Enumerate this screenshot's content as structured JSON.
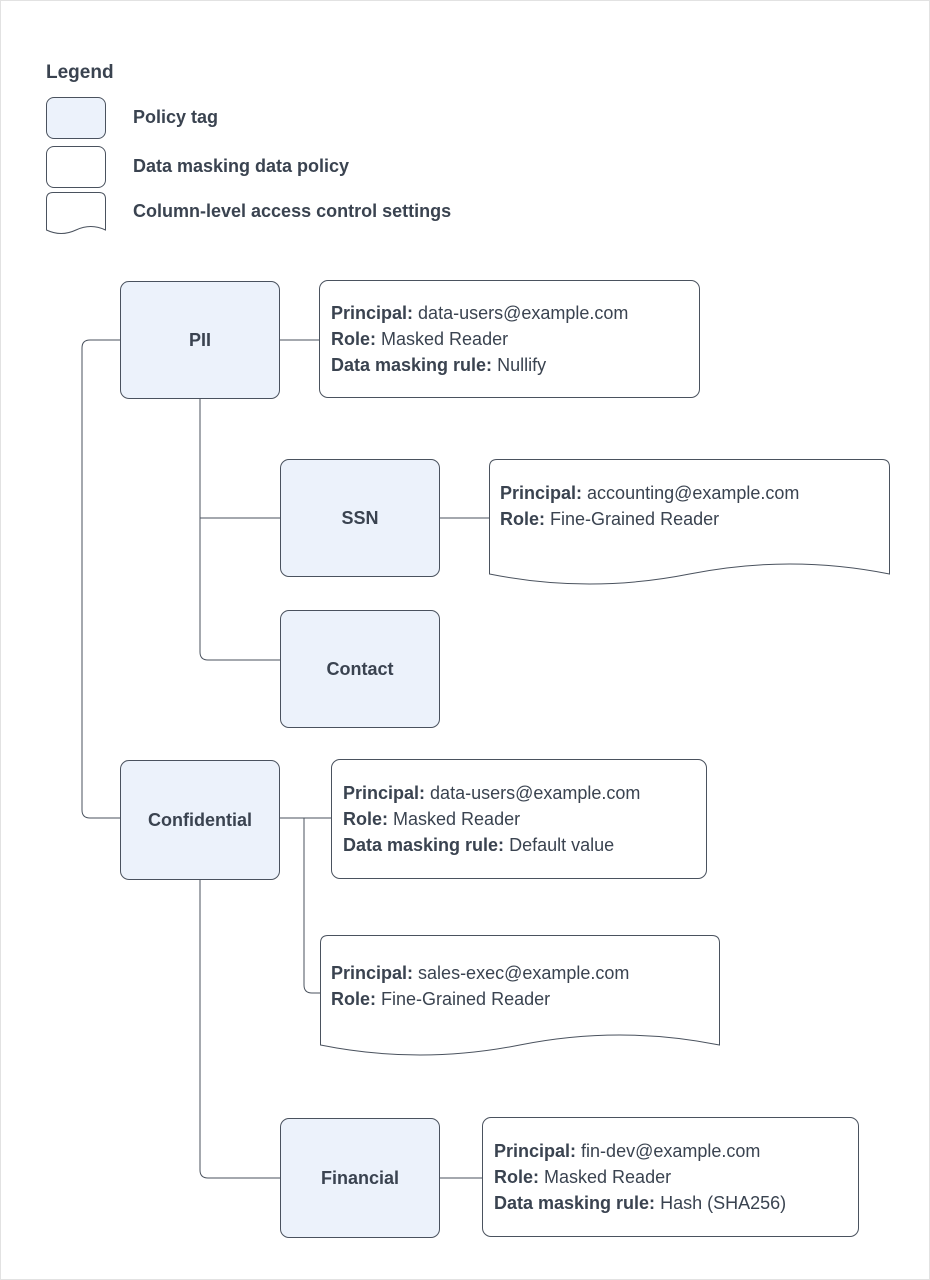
{
  "colors": {
    "background": "#ffffff",
    "policy_tag_fill": "#ecf2fb",
    "shape_stroke": "#4a525e",
    "text": "#3a4350"
  },
  "legend": {
    "title": "Legend",
    "items": [
      {
        "swatch": "policy-tag",
        "label": "Policy tag"
      },
      {
        "swatch": "data-masking-data-policy",
        "label": "Data masking data policy"
      },
      {
        "swatch": "column-level-access-control",
        "label": "Column-level access control settings"
      }
    ]
  },
  "nodes": [
    {
      "id": "pii",
      "label": "PII",
      "type": "policy-tag"
    },
    {
      "id": "ssn",
      "label": "SSN",
      "type": "policy-tag"
    },
    {
      "id": "contact",
      "label": "Contact",
      "type": "policy-tag"
    },
    {
      "id": "confidential",
      "label": "Confidential",
      "type": "policy-tag"
    },
    {
      "id": "financial",
      "label": "Financial",
      "type": "policy-tag"
    }
  ],
  "policies": [
    {
      "id": "pii-data-policy",
      "shape": "data-masking-data-policy",
      "attached_to": "pii",
      "lines": [
        {
          "label": "Principal:",
          "value": "data-users@example.com"
        },
        {
          "label": "Role:",
          "value": "Masked Reader"
        },
        {
          "label": "Data masking rule:",
          "value": "Nullify"
        }
      ]
    },
    {
      "id": "ssn-access-settings",
      "shape": "column-level-access-control",
      "attached_to": "ssn",
      "lines": [
        {
          "label": "Principal:",
          "value": "accounting@example.com"
        },
        {
          "label": "Role:",
          "value": "Fine-Grained Reader"
        }
      ]
    },
    {
      "id": "confidential-data-policy",
      "shape": "data-masking-data-policy",
      "attached_to": "confidential",
      "lines": [
        {
          "label": "Principal:",
          "value": "data-users@example.com"
        },
        {
          "label": "Role:",
          "value": "Masked Reader"
        },
        {
          "label": "Data masking rule:",
          "value": "Default value"
        }
      ]
    },
    {
      "id": "confidential-access-settings",
      "shape": "column-level-access-control",
      "attached_to": "confidential",
      "lines": [
        {
          "label": "Principal:",
          "value": "sales-exec@example.com"
        },
        {
          "label": "Role:",
          "value": "Fine-Grained Reader"
        }
      ]
    },
    {
      "id": "financial-data-policy",
      "shape": "data-masking-data-policy",
      "attached_to": "financial",
      "lines": [
        {
          "label": "Principal:",
          "value": "fin-dev@example.com"
        },
        {
          "label": "Role:",
          "value": "Masked Reader"
        },
        {
          "label": "Data masking rule:",
          "value": "Hash (SHA256)"
        }
      ]
    }
  ],
  "edges": [
    {
      "from": "pii",
      "to": "confidential"
    },
    {
      "from": "pii",
      "to": "ssn"
    },
    {
      "from": "pii",
      "to": "contact"
    },
    {
      "from": "confidential",
      "to": "financial"
    }
  ]
}
